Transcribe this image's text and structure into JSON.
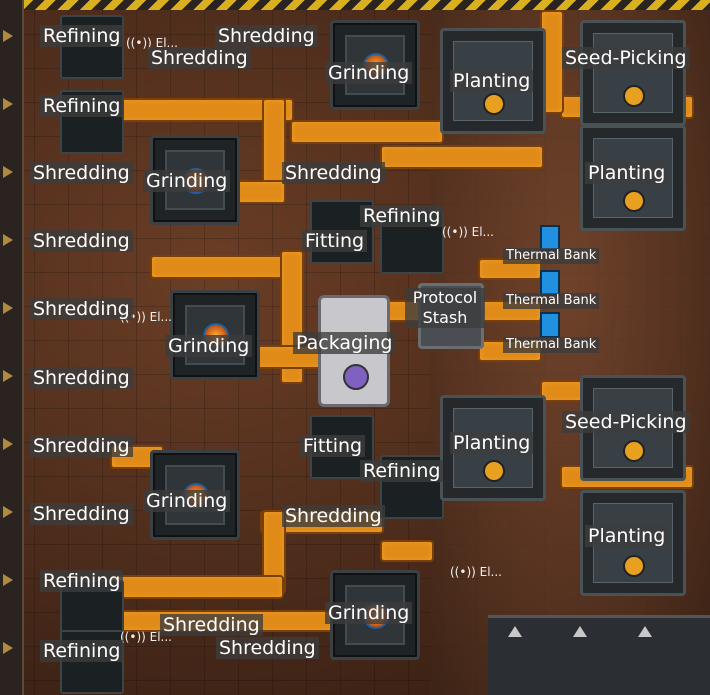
{
  "scene": {
    "labels": {
      "refining_1": "Refining",
      "shredding_top_a": "Shredding",
      "shredding_top_b": "Shredding",
      "grinding_top": "Grinding",
      "planting_top": "Planting",
      "seedpicking_top": "Seed-Picking",
      "refining_2": "Refining",
      "shredding_l1": "Shredding",
      "grinding_l1": "Grinding",
      "shredding_mid": "Shredding",
      "planting_r2": "Planting",
      "refining_mid": "Refining",
      "shredding_l2": "Shredding",
      "fitting_1": "Fitting",
      "thermal_bank_1": "Thermal Bank",
      "protocol_stash": "Protocol\nStash",
      "thermal_bank_2": "Thermal Bank",
      "shredding_l3": "Shredding",
      "grinding_mid": "Grinding",
      "packaging": "Packaging",
      "thermal_bank_3": "Thermal Bank",
      "shredding_l4": "Shredding",
      "seedpicking_mid": "Seed-Picking",
      "shredding_l5": "Shredding",
      "fitting_2": "Fitting",
      "planting_mid": "Planting",
      "refining_low": "Refining",
      "grinding_low": "Grinding",
      "shredding_l6": "Shredding",
      "shredding_low_mid": "Shredding",
      "planting_low": "Planting",
      "refining_3": "Refining",
      "grinding_bottom": "Grinding",
      "shredding_bot_a": "Shredding",
      "refining_4": "Refining",
      "shredding_bot_b": "Shredding"
    },
    "pylon_text": "El...",
    "colors": {
      "belt": "#e08a18",
      "label_bg": "#3c3c3c",
      "label_text": "#ffffff",
      "thermal_bank": "#2090e0"
    }
  }
}
